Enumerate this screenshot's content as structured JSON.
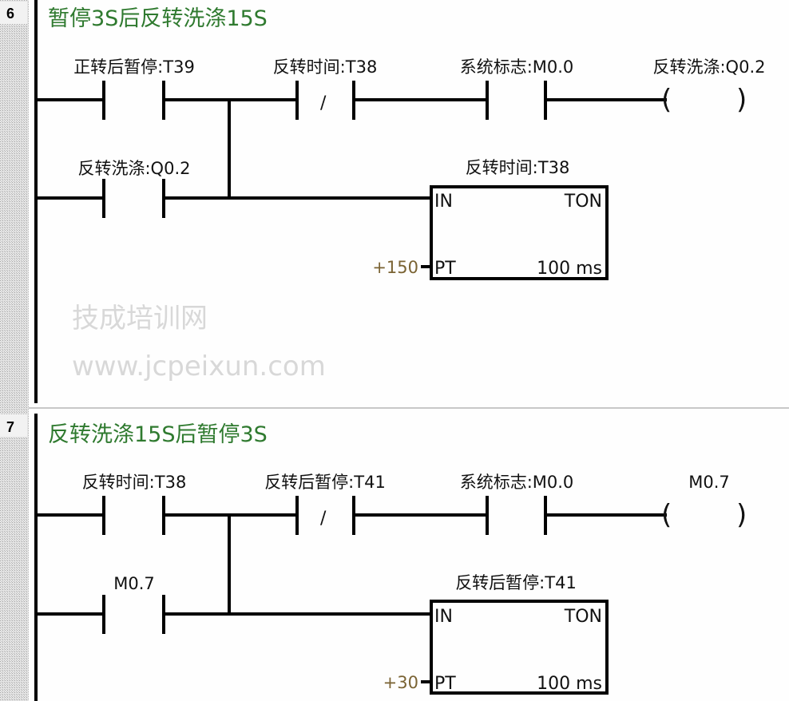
{
  "networks": [
    {
      "number": "6",
      "title": "暂停3S后反转洗涤15S",
      "row1": {
        "contact1": "正转后暂停:T39",
        "contact2_nc": "反转时间:T38",
        "contact3": "系统标志:M0.0",
        "coil": "反转洗涤:Q0.2"
      },
      "row2": {
        "contact1": "反转洗涤:Q0.2"
      },
      "timer": {
        "name": "反转时间:T38",
        "in": "IN",
        "type": "TON",
        "pt": "PT",
        "preset": "+150",
        "base": "100 ms"
      }
    },
    {
      "number": "7",
      "title": "反转洗涤15S后暂停3S",
      "row1": {
        "contact1": "反转时间:T38",
        "contact2_nc": "反转后暂停:T41",
        "contact3": "系统标志:M0.0",
        "coil": "M0.7"
      },
      "row2": {
        "contact1": "M0.7"
      },
      "timer": {
        "name": "反转后暂停:T41",
        "in": "IN",
        "type": "TON",
        "pt": "PT",
        "preset": "+30",
        "base": "100 ms"
      }
    }
  ],
  "symbols": {
    "nc_slash": "/",
    "coil_open": "(",
    "coil_close": ")"
  },
  "watermark": {
    "cn": "技成培训网",
    "url": "www.jcpeixun.com"
  },
  "colors": {
    "title": "#2f7a2f",
    "preset": "#7a6333"
  }
}
